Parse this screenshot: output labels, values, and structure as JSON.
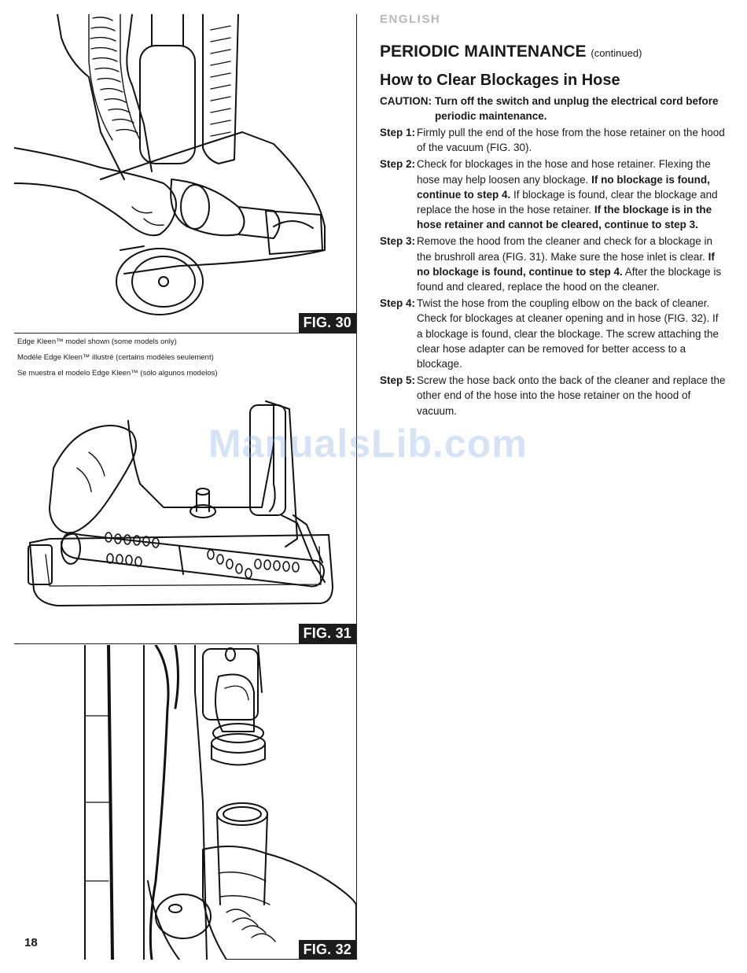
{
  "header": {
    "language": "ENGLISH"
  },
  "section": {
    "title": "PERIODIC MAINTENANCE",
    "continued": "(continued)"
  },
  "subsection": {
    "title": "How to Clear Blockages in Hose"
  },
  "caution": {
    "label": "CAUTION:",
    "text": "Turn off the switch and unplug the electrical cord before periodic maintenance."
  },
  "steps": [
    {
      "label": "Step 1:",
      "parts": [
        {
          "t": "Firmly pull the end of the hose from the hose retainer on the hood of the vacuum (FIG. 30).",
          "b": false
        }
      ]
    },
    {
      "label": "Step 2:",
      "parts": [
        {
          "t": "Check for blockages in the hose and hose retainer. Flexing the hose may help loosen any blockage. ",
          "b": false
        },
        {
          "t": "If no blockage is found, continue to step 4.",
          "b": true
        },
        {
          "t": " If blockage is found, clear the blockage and replace the hose in the hose retainer. ",
          "b": false
        },
        {
          "t": "If the blockage is in the hose retainer and cannot be cleared, continue to step 3.",
          "b": true
        }
      ]
    },
    {
      "label": "Step 3:",
      "parts": [
        {
          "t": "Remove the hood from the cleaner and check for a blockage in the brushroll area (FIG. 31). Make sure the hose inlet is clear. ",
          "b": false
        },
        {
          "t": "If no blockage is found, continue to step 4.",
          "b": true
        },
        {
          "t": " After the blockage is found and cleared, replace the hood on the cleaner.",
          "b": false
        }
      ]
    },
    {
      "label": "Step 4:",
      "parts": [
        {
          "t": "Twist the hose from the coupling elbow on the back of cleaner. Check for blockages at cleaner opening and in hose (FIG. 32). If a blockage is found, clear the blockage. The screw attaching the clear hose adapter can be removed for better access to a blockage.",
          "b": false
        }
      ]
    },
    {
      "label": "Step 5:",
      "parts": [
        {
          "t": "Screw the hose back onto the back of the cleaner and replace the other end of the hose into the hose retainer on the hood of vacuum.",
          "b": false
        }
      ]
    }
  ],
  "figures": {
    "fig30": "FIG. 30",
    "fig31": "FIG. 31",
    "fig32": "FIG. 32"
  },
  "captions": [
    "Edge Kleen™ model shown (some models only)",
    "Modèle Edge Kleen™ illustré (certains modèles seulement)",
    "Se muestra el modelo Edge Kleen™ (sólo algunos modelos)"
  ],
  "page_number": "18",
  "watermark": "ManualsLib.com"
}
